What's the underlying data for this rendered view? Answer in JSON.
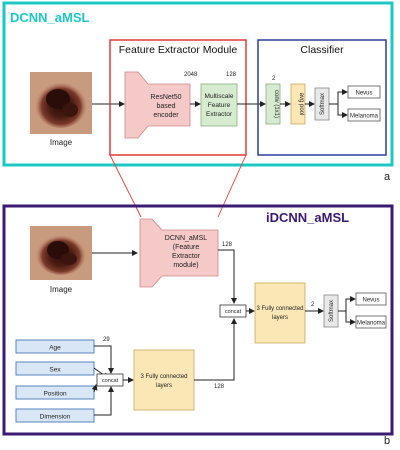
{
  "panel_a": {
    "title": "DCNN_aMSL",
    "letter": "a",
    "image_label": "Image",
    "feature_module_title": "Feature Extractor Module",
    "encoder_lines": [
      "ResNet50",
      "based",
      "encoder"
    ],
    "encoder_dim": "2048",
    "msfe_lines": [
      "Multiscale",
      "Feature",
      "Extractor"
    ],
    "msfe_dim": "128",
    "classifier_title": "Classifier",
    "conv_label": "conv (1x1)",
    "conv_dim": "2",
    "avgpool_label": "avg pool",
    "softmax_label": "Softmax",
    "out_nevus": "Nevus",
    "out_melanoma": "Melanoma"
  },
  "panel_b": {
    "title": "iDCNN_aMSL",
    "letter": "b",
    "image_label": "Image",
    "backbone_lines": [
      "DCNN_aMSL",
      "(Feature",
      "Extractor",
      "module)"
    ],
    "backbone_dim": "128",
    "concat_top": "concat",
    "fc_top_lines": [
      "3 Fully connected",
      "layers"
    ],
    "fc_top_dim": "2",
    "softmax_label": "Softmax",
    "out_nevus": "Nevus",
    "out_melanoma": "Melanoma",
    "meta_inputs": [
      "Age",
      "Sex",
      "Position",
      "Dimension"
    ],
    "meta_dim": "29",
    "concat_bottom": "concat",
    "fc_bottom_lines": [
      "3 Fully connected",
      "layers"
    ],
    "fc_bottom_dim": "128"
  },
  "colors": {
    "panel_a_border": "#1ec8c2",
    "panel_a_title": "#1ec8c2",
    "panel_b_border": "#3a1a72",
    "panel_b_title": "#3a1a72",
    "feature_module_border": "#e03a3a",
    "classifier_border": "#2c3e9a",
    "encoder_fill": "#f6c9c9",
    "msfe_fill": "#d6ebcf",
    "fc_fill": "#fbe7b5",
    "meta_fill": "#d8e6f6",
    "meta_border": "#4a78b8"
  }
}
